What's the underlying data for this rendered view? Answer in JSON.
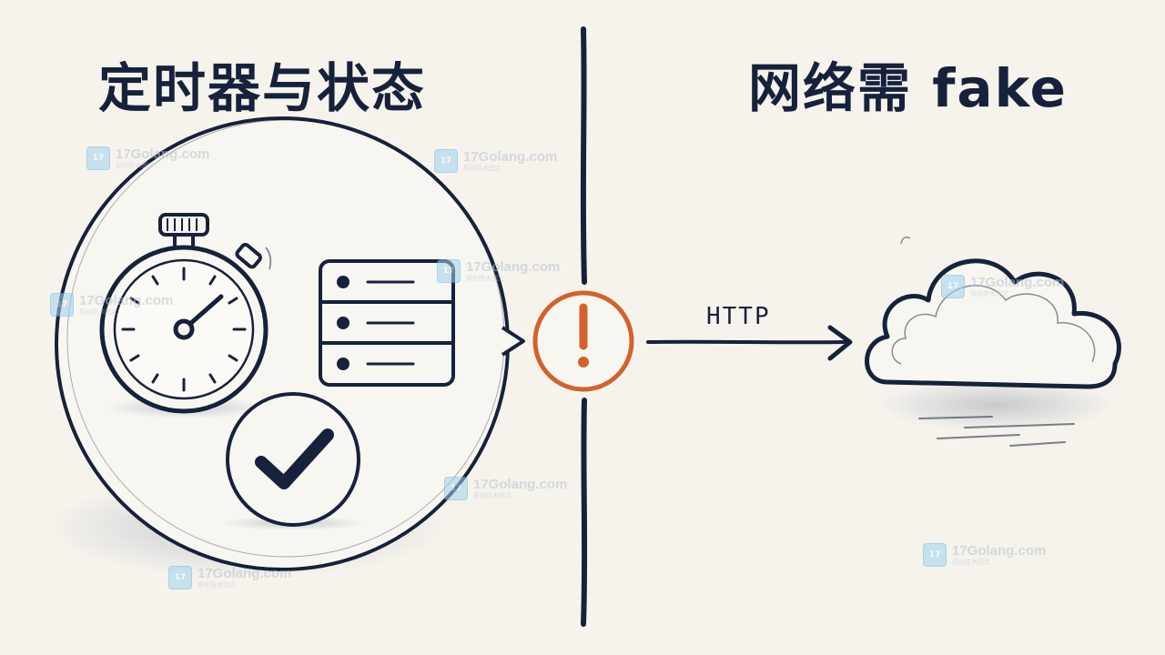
{
  "titles": {
    "left": "定时器与状态",
    "right": "网络需 fake"
  },
  "arrow": {
    "label": "HTTP"
  },
  "watermark": {
    "name": "17Golang.com",
    "sub": "原创技术图文"
  },
  "icons": [
    "stopwatch-icon",
    "list-icon",
    "check-icon",
    "warning-icon",
    "cloud-icon"
  ],
  "colors": {
    "ink": "#16223b",
    "warning": "#d4612c",
    "background": "#f6f3ed"
  }
}
